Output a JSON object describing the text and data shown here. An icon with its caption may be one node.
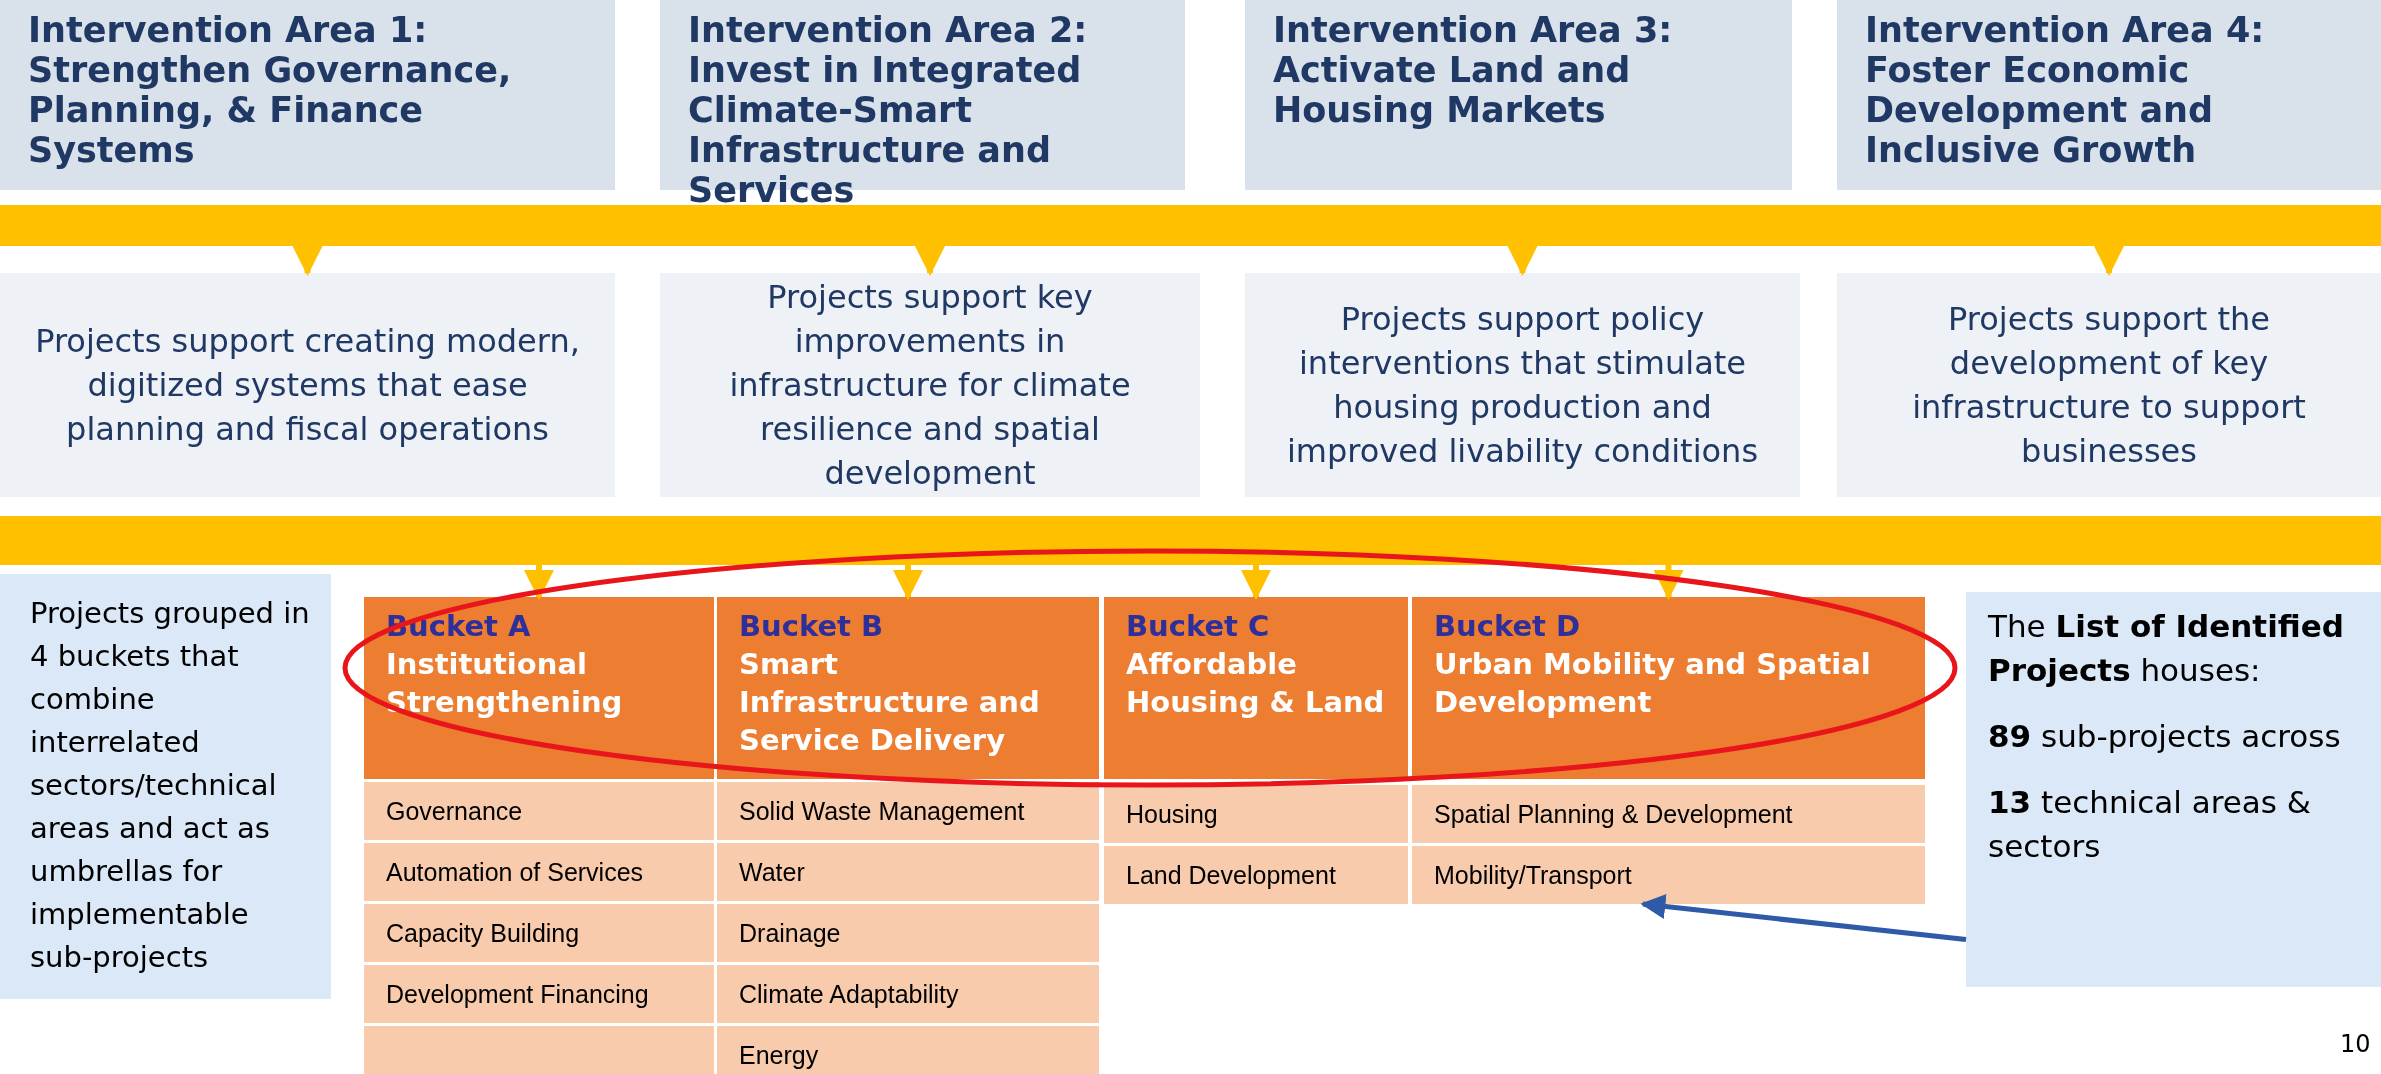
{
  "diagram": {
    "nodes": [
      {
        "text": [
          "Intervention Area 1: Strengthen Governance, Planning, & Finance Systems"
        ]
      },
      {
        "text": [
          "Intervention Area 2: Invest in Integrated Climate-Smart Infrastructure and Services"
        ]
      },
      {
        "text": [
          "Intervention Area 3: Activate Land and Housing Markets"
        ]
      },
      {
        "text": [
          "Intervention Area 4: Foster Economic Development and Inclusive Growth"
        ]
      },
      {
        "text": [],
        "shape": "bar"
      },
      {
        "text": [
          "Projects support creating modern, digitized systems that ease planning and fiscal operations"
        ]
      },
      {
        "text": [
          "Projects support key improvements in infrastructure for climate resilience and spatial development"
        ]
      },
      {
        "text": [
          "Projects support policy interventions that stimulate housing production and improved livability conditions"
        ]
      },
      {
        "text": [
          "Projects support the development of key infrastructure to support businesses"
        ]
      },
      {
        "text": [],
        "shape": "bar"
      },
      {
        "text": [
          "Projects grouped in  4 buckets that combine interrelated sectors/technical areas and act as umbrellas for implementable sub-projects"
        ]
      },
      {
        "text": [
          "Bucket A",
          "Institutional Strengthening"
        ]
      },
      {
        "text": [
          "Bucket B",
          "Smart Infrastructure and Service Delivery"
        ]
      },
      {
        "text": [
          "Bucket C",
          "Affordable Housing & Land"
        ]
      },
      {
        "text": [
          "Bucket D",
          "Urban Mobility and Spatial Development"
        ]
      },
      {
        "text": [
          "Governance"
        ]
      },
      {
        "text": [
          "Automation of Services"
        ]
      },
      {
        "text": [
          "Capacity Building"
        ]
      },
      {
        "text": [
          "Development Financing"
        ]
      },
      {
        "text": [],
        "shape": "box"
      },
      {
        "text": [
          "Solid Waste Management"
        ]
      },
      {
        "text": [
          "Water"
        ]
      },
      {
        "text": [
          "Drainage"
        ]
      },
      {
        "text": [
          "Climate Adaptability"
        ]
      },
      {
        "text": [
          "Energy"
        ]
      },
      {
        "text": [
          "Housing"
        ]
      },
      {
        "text": [
          "Land Development"
        ]
      },
      {
        "text": [
          "Spatial Planning & Development"
        ]
      },
      {
        "text": [
          "Mobility/Transport"
        ]
      },
      {
        "text": [
          "The **List of Identified Projects** houses:",
          "**89** sub-projects across",
          "**13**  technical areas & sectors"
        ]
      }
    ],
    "edges": [
      {
        "from": 4,
        "to": 5,
        "arrow": "to"
      },
      {
        "from": 4,
        "to": 6,
        "arrow": "to"
      },
      {
        "from": 4,
        "to": 7,
        "arrow": "to"
      },
      {
        "from": 4,
        "to": 8,
        "arrow": "to"
      },
      {
        "from": 9,
        "to": 11,
        "arrow": "to"
      },
      {
        "from": 9,
        "to": 12,
        "arrow": "to"
      },
      {
        "from": 9,
        "to": 13,
        "arrow": "to"
      },
      {
        "from": 9,
        "to": 14,
        "arrow": "to"
      },
      {
        "from": 29,
        "to": 28,
        "arrow": "to",
        "color": "#2e5aa8"
      }
    ],
    "labels": [
      "10"
    ]
  }
}
